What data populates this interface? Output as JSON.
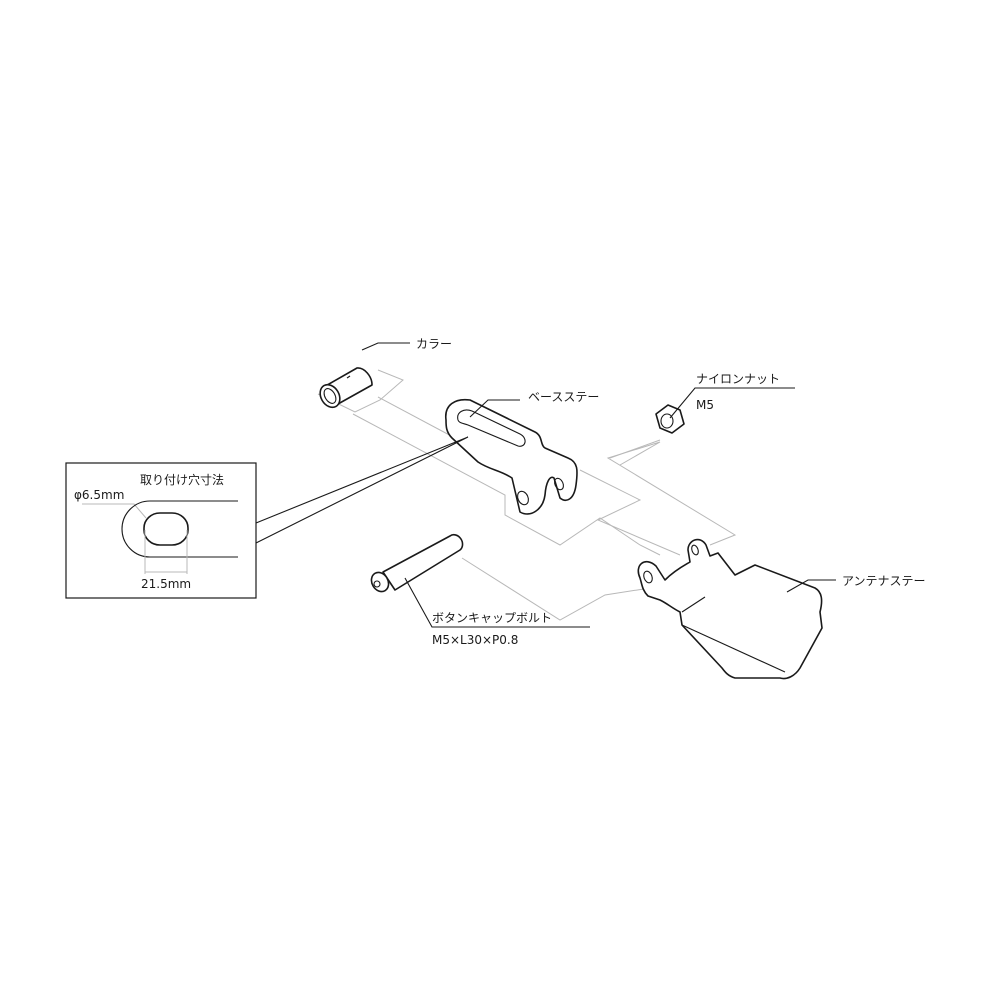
{
  "labels": {
    "collar": "カラー",
    "base_stay": "ベースステー",
    "nylon_nut": "ナイロンナット",
    "nylon_nut_size": "M5",
    "bolt": "ボタンキャップボルト",
    "bolt_spec": "M5×L30×P0.8",
    "antenna_stay": "アンテナステー"
  },
  "inset": {
    "title": "取り付け穴寸法",
    "hole_diameter": "φ6.5mm",
    "slot_length": "21.5mm"
  }
}
